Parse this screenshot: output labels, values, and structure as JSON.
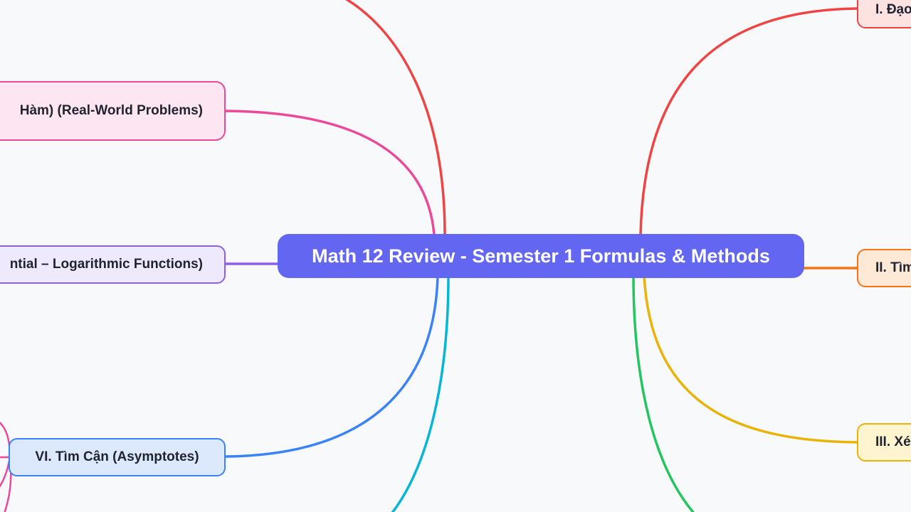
{
  "root": {
    "label": "Math 12 Review - Semester 1 Formulas & Methods"
  },
  "branches": {
    "real_world": {
      "label": "Hàm) (Real-World Problems)",
      "color": "#ec4899"
    },
    "exp_log": {
      "label": "ntial – Logarithmic Functions)",
      "color": "#8b5cf6"
    },
    "asymptotes": {
      "label": "VI. Tìm Cận (Asymptotes)",
      "color": "#3b82f6"
    },
    "b1": {
      "label": "I. Đạo",
      "color": "#ef4444"
    },
    "b2": {
      "label": "II. Tìm",
      "color": "#f97316"
    },
    "b3": {
      "label": "III. Xé",
      "color": "#eab308"
    }
  },
  "offscreen_edge_colors": {
    "top_left": "#ef4444",
    "bottom_left": "#06b6d4",
    "bottom_right": "#22c55e",
    "asymptote_children": "#ec4899"
  }
}
